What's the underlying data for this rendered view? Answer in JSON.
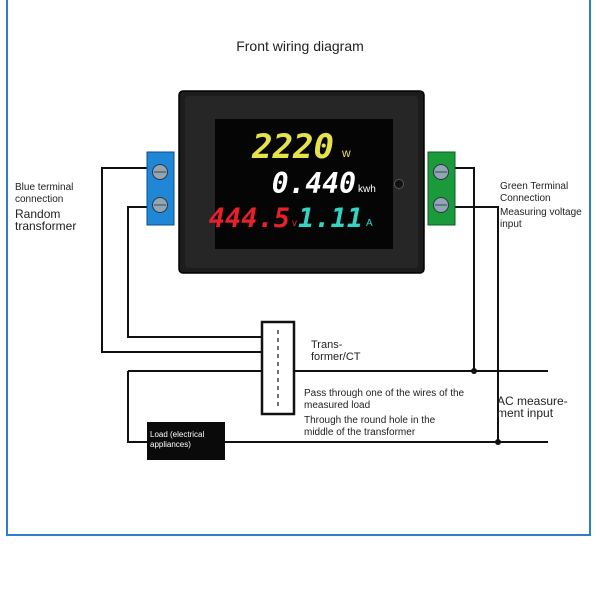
{
  "title": "Front wiring diagram",
  "meter": {
    "power": {
      "value": "2220",
      "unit": "w"
    },
    "energy": {
      "value": "0.440",
      "unit": "kwh"
    },
    "voltage": {
      "value": "444.5",
      "unit": "v"
    },
    "current": {
      "value": "1.11",
      "unit": "A"
    }
  },
  "blue_terminal": {
    "line1": "Blue terminal",
    "line2": "connection",
    "line3": "Random",
    "line4": "transformer"
  },
  "green_terminal": {
    "line1": "Green Terminal",
    "line2": "Connection",
    "line3": "Measuring voltage",
    "line4": "input"
  },
  "transformer": {
    "line1": "Trans-",
    "line2": "former/CT"
  },
  "pass_through": {
    "line1": "Pass through one of the wires of the",
    "line2": "measured load"
  },
  "round_hole": {
    "line1": "Through the round hole in the",
    "line2": "middle of the transformer"
  },
  "ac_input": {
    "line1": "AC measure-",
    "line2": "ment input"
  },
  "load": {
    "line1": "Load (electrical",
    "line2": "appliances)"
  },
  "colors": {
    "frame": "#2f7fc8",
    "blue_terminal": "#1f87d6",
    "green_terminal": "#1a9a3a",
    "power_digits": "#e6e24a",
    "energy_digits": "#ffffff",
    "voltage_digits": "#e8202a",
    "current_digits": "#33d4c4"
  }
}
